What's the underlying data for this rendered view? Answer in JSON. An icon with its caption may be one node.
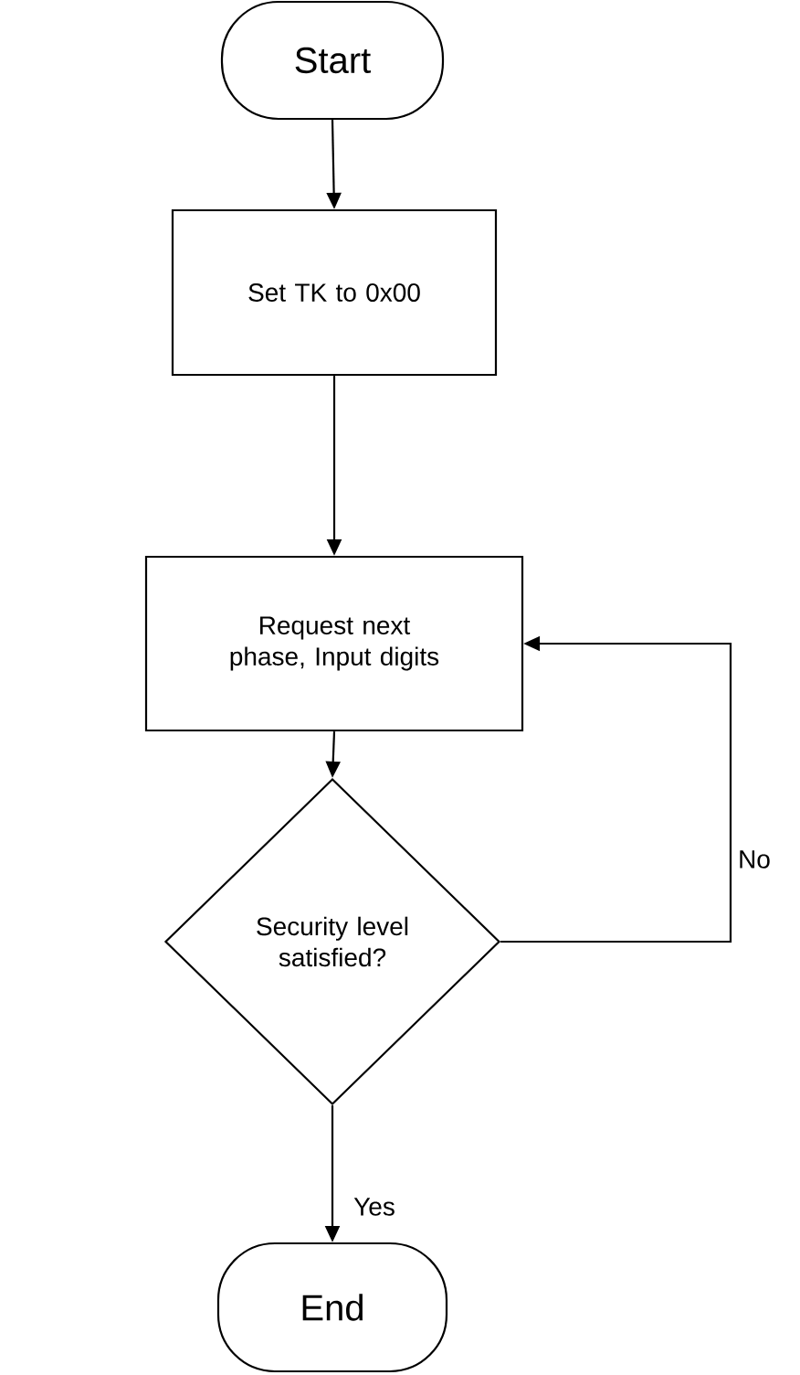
{
  "diagram": {
    "nodes": [
      {
        "text": [
          "Start"
        ]
      },
      {
        "text": [
          "Set TK to 0x00"
        ]
      },
      {
        "text": [
          "Request next phase, Input digits"
        ]
      },
      {
        "text": [
          "Security level satisfied?"
        ]
      },
      {
        "text": [
          "End"
        ]
      }
    ],
    "edges": [
      {
        "from": 0,
        "to": 1,
        "arrow": "to"
      },
      {
        "from": 1,
        "to": 2,
        "arrow": "to"
      },
      {
        "from": 2,
        "to": 3,
        "arrow": "to"
      },
      {
        "from": 3,
        "to": 4,
        "arrow": "to",
        "label": "Yes"
      },
      {
        "from": 3,
        "to": 2,
        "arrow": "to",
        "label": "No"
      }
    ]
  }
}
